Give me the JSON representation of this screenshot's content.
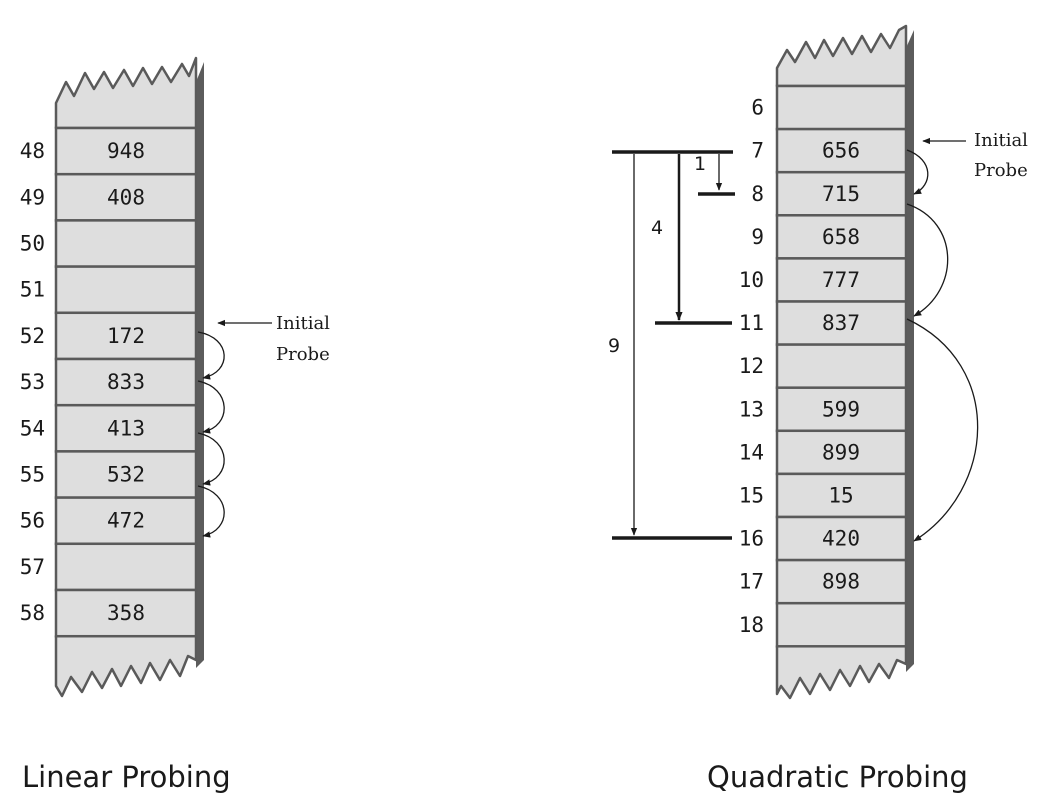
{
  "linear": {
    "caption": "Linear Probing",
    "initial_probe_line1": "Initial",
    "initial_probe_line2": "Probe",
    "rows": [
      {
        "index": "48",
        "value": "948"
      },
      {
        "index": "49",
        "value": "408"
      },
      {
        "index": "50",
        "value": ""
      },
      {
        "index": "51",
        "value": ""
      },
      {
        "index": "52",
        "value": "172"
      },
      {
        "index": "53",
        "value": "833"
      },
      {
        "index": "54",
        "value": "413"
      },
      {
        "index": "55",
        "value": "532"
      },
      {
        "index": "56",
        "value": "472"
      },
      {
        "index": "57",
        "value": ""
      },
      {
        "index": "58",
        "value": "358"
      }
    ]
  },
  "quadratic": {
    "caption": "Quadratic Probing",
    "initial_probe_line1": "Initial",
    "initial_probe_line2": "Probe",
    "rows": [
      {
        "index": "6",
        "value": ""
      },
      {
        "index": "7",
        "value": "656"
      },
      {
        "index": "8",
        "value": "715"
      },
      {
        "index": "9",
        "value": "658"
      },
      {
        "index": "10",
        "value": "777"
      },
      {
        "index": "11",
        "value": "837"
      },
      {
        "index": "12",
        "value": ""
      },
      {
        "index": "13",
        "value": "599"
      },
      {
        "index": "14",
        "value": "899"
      },
      {
        "index": "15",
        "value": "15"
      },
      {
        "index": "16",
        "value": "420"
      },
      {
        "index": "17",
        "value": "898"
      },
      {
        "index": "18",
        "value": ""
      }
    ],
    "step_labels": [
      "1",
      "4",
      "9"
    ]
  },
  "colors": {
    "cell_fill": "#dedede",
    "cell_border": "#5a5a5a",
    "shadow": "#5c5c5c",
    "ink": "#1a1a1a"
  }
}
